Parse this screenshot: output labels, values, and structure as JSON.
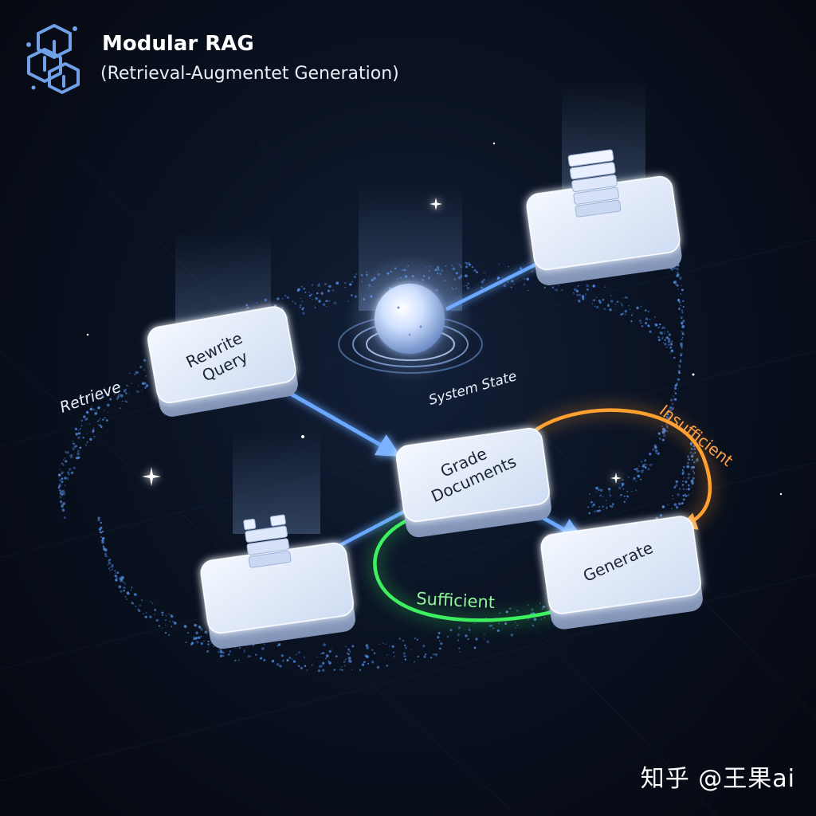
{
  "header": {
    "title": "Modular RAG",
    "subtitle": "(Retrieval-Augmentet Generation)"
  },
  "nodes": {
    "rewrite_query": [
      "Rewrite",
      "Query"
    ],
    "grade_documents": [
      "Grade",
      "Documents"
    ],
    "generate": [
      "Generate"
    ]
  },
  "labels": {
    "retrieve": "Retrieve",
    "system_state": "System State",
    "sufficient": "Sufficient",
    "insufficient": "Insufficient"
  },
  "watermark": "知乎 @王果ai",
  "colors": {
    "background": "#060a14",
    "node": "#dfe8f8",
    "arrow_blue": "#6aa7ff",
    "arrow_green": "#36e05a",
    "arrow_orange": "#ff9a2a",
    "particles": "#4e86d8"
  },
  "icons": {
    "logo": "modular-rag-logo-icon",
    "database": "database-stack-icon",
    "sphere": "system-state-sphere-icon"
  }
}
